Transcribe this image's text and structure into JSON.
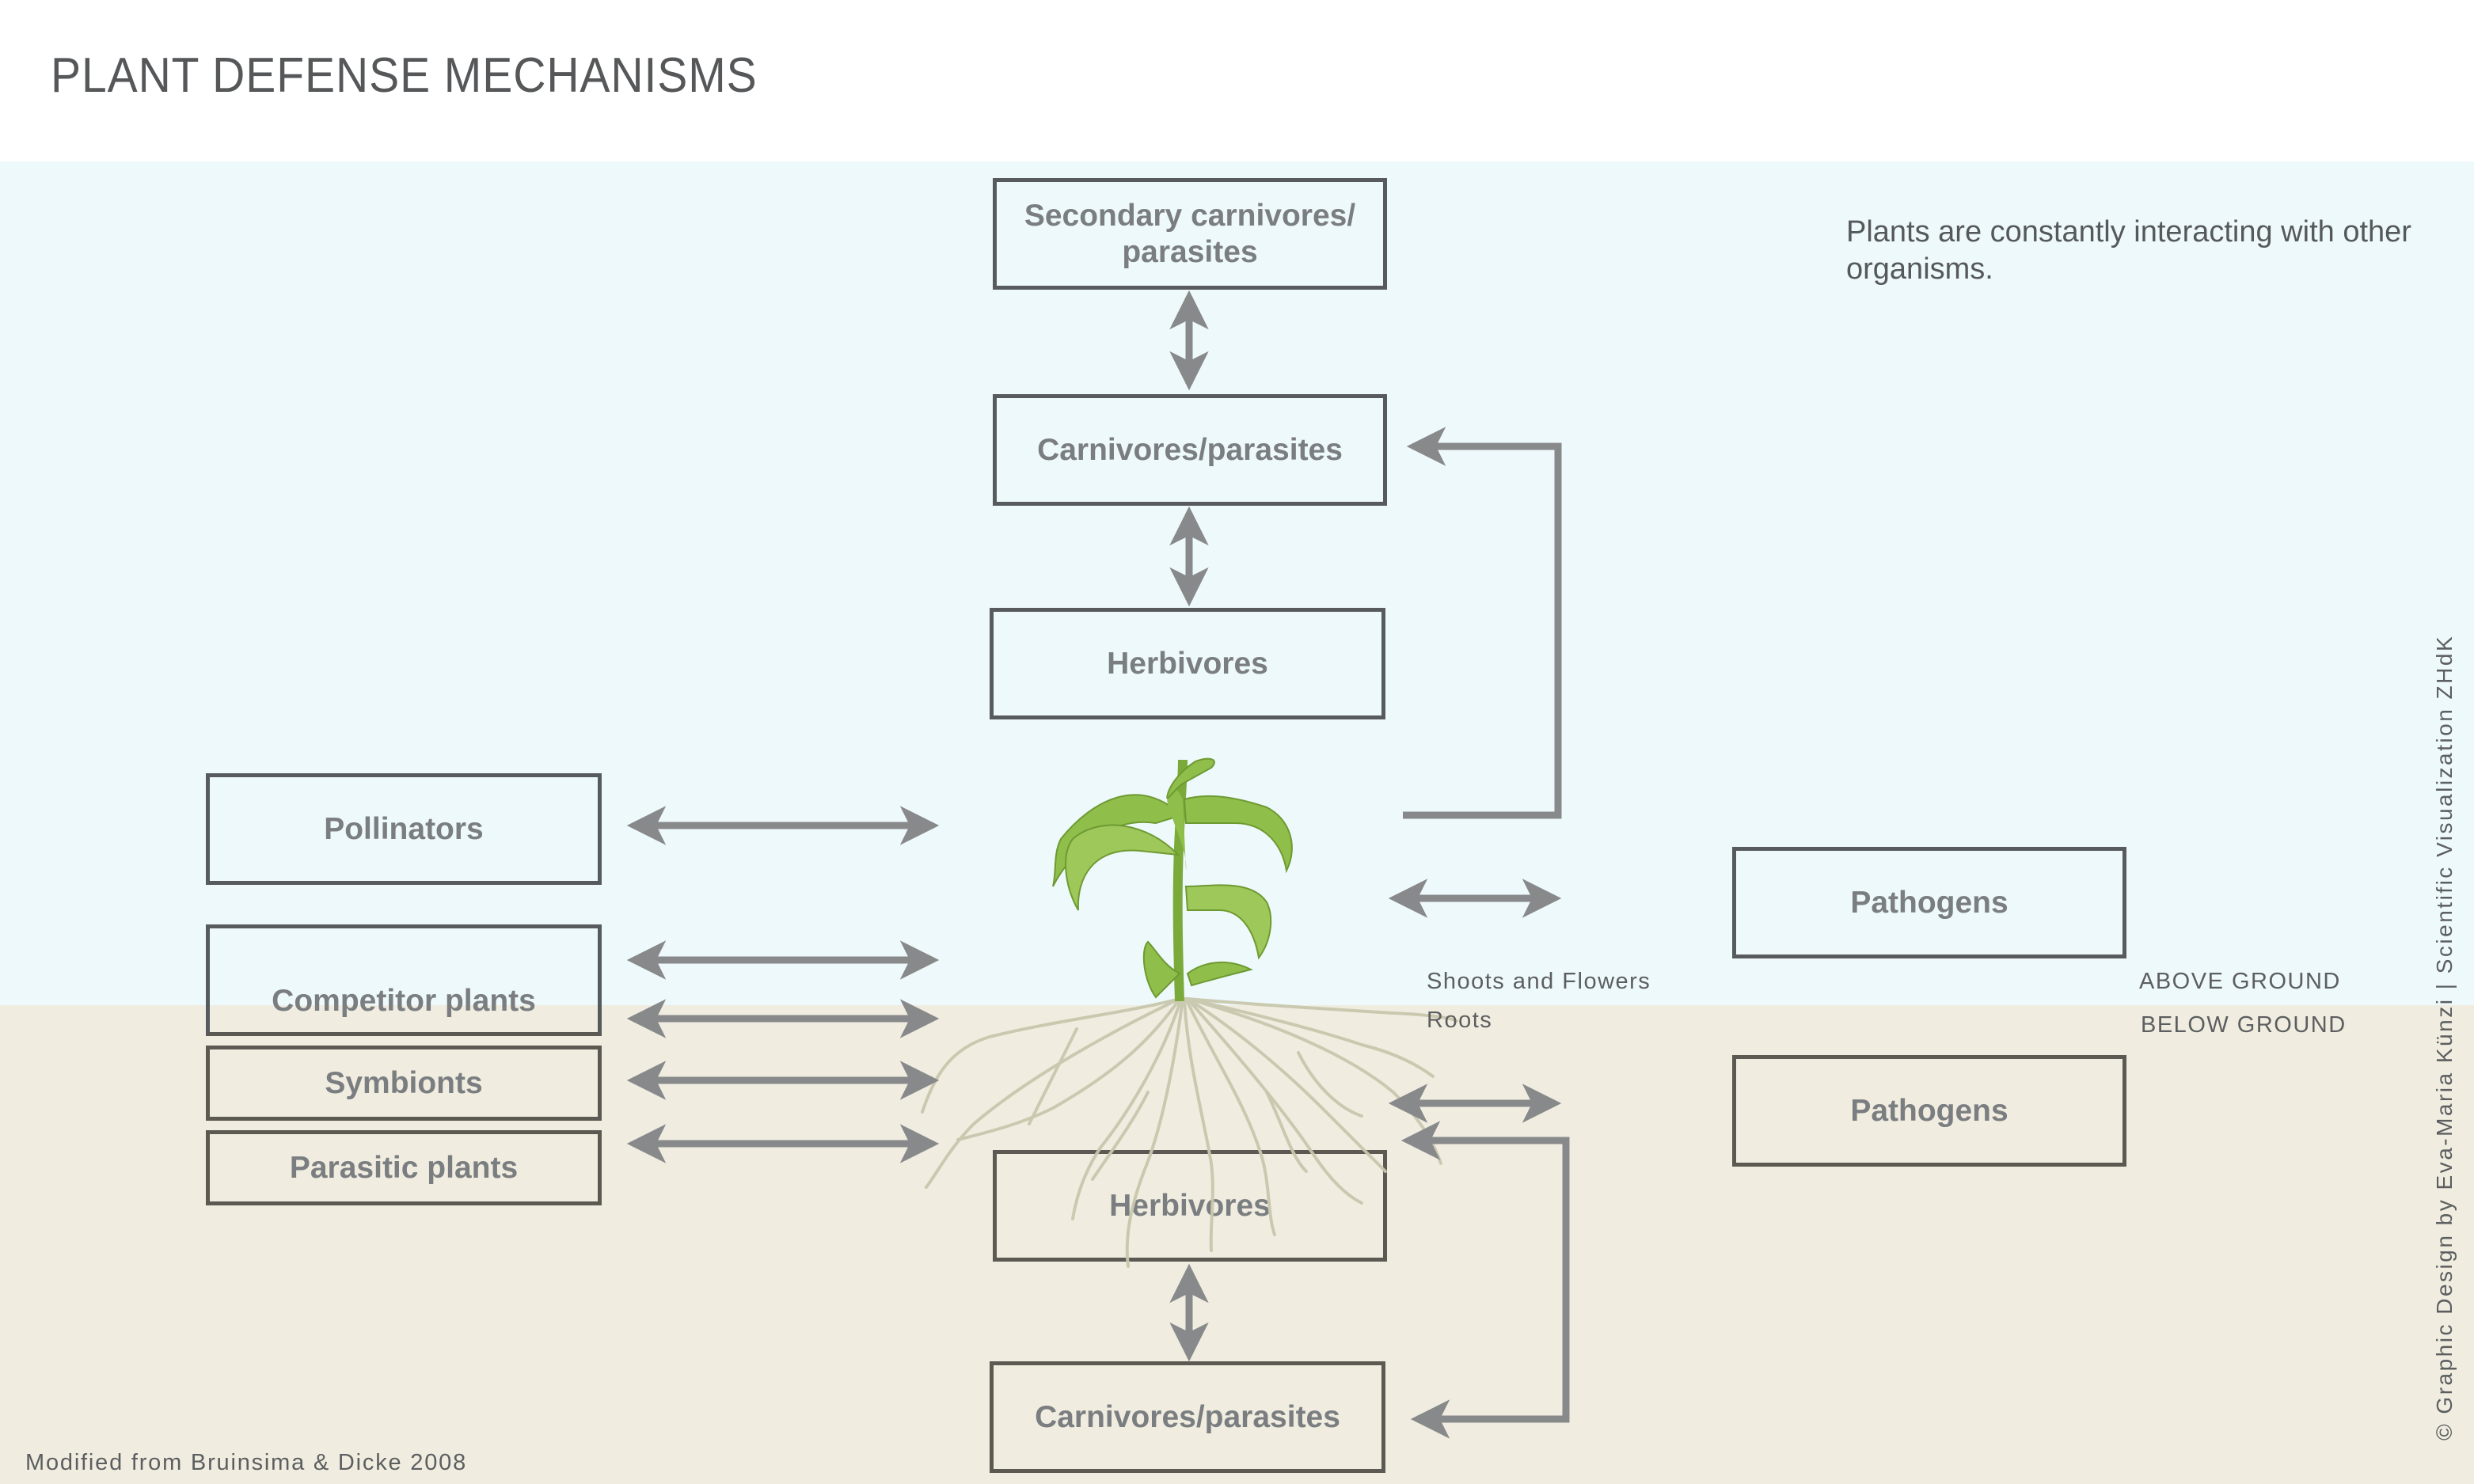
{
  "title": "PLANT DEFENSE MECHANISMS",
  "note": "Plants are constantly interacting with other organisms.",
  "zones": {
    "above_label": "ABOVE GROUND",
    "below_label": "BELOW GROUND",
    "shoots_label": "Shoots and Flowers",
    "roots_label": "Roots"
  },
  "colors": {
    "sky": "#eef9fb",
    "ground": "#f0ede0",
    "box_border": "#575b5d",
    "box_text": "#7b7e81",
    "arrow": "#88898b",
    "leaf": "#8fbf4a",
    "root": "#c9c8ae"
  },
  "nodes": {
    "secondary_carnivores": {
      "line1": "Secondary carnivores/",
      "line2": "parasites"
    },
    "carnivores_above": {
      "label": "Carnivores/parasites"
    },
    "herbivores_above": {
      "label": "Herbivores"
    },
    "pollinators": {
      "label": "Pollinators"
    },
    "competitor_plants": {
      "label": "Competitor plants"
    },
    "symbionts": {
      "label": "Symbionts"
    },
    "parasitic_plants": {
      "label": "Parasitic plants"
    },
    "pathogens_above": {
      "label": "Pathogens"
    },
    "pathogens_below": {
      "label": "Pathogens"
    },
    "herbivores_below": {
      "label": "Herbivores"
    },
    "carnivores_below": {
      "label": "Carnivores/parasites"
    }
  },
  "relations": [
    {
      "from": "secondary_carnivores",
      "to": "carnivores_above",
      "type": "bidirectional"
    },
    {
      "from": "carnivores_above",
      "to": "herbivores_above",
      "type": "bidirectional"
    },
    {
      "from": "plant",
      "to": "carnivores_above",
      "type": "unidirectional"
    },
    {
      "from": "pollinators",
      "to": "plant",
      "type": "bidirectional"
    },
    {
      "from": "competitor_plants",
      "to": "plant-shoots",
      "type": "bidirectional"
    },
    {
      "from": "competitor_plants",
      "to": "plant-roots",
      "type": "bidirectional"
    },
    {
      "from": "symbionts",
      "to": "plant",
      "type": "bidirectional"
    },
    {
      "from": "parasitic_plants",
      "to": "plant",
      "type": "bidirectional"
    },
    {
      "from": "plant",
      "to": "pathogens_above",
      "type": "bidirectional"
    },
    {
      "from": "plant",
      "to": "pathogens_below",
      "type": "bidirectional"
    },
    {
      "from": "herbivores_below",
      "to": "carnivores_below",
      "type": "bidirectional"
    },
    {
      "from": "plant",
      "to": "carnivores_below",
      "type": "unidirectional"
    }
  ],
  "credit": "© Graphic Design by Eva-Maria Künzi | Scientific Visualization ZHdK",
  "source": "Modified from Bruinsima & Dicke 2008"
}
